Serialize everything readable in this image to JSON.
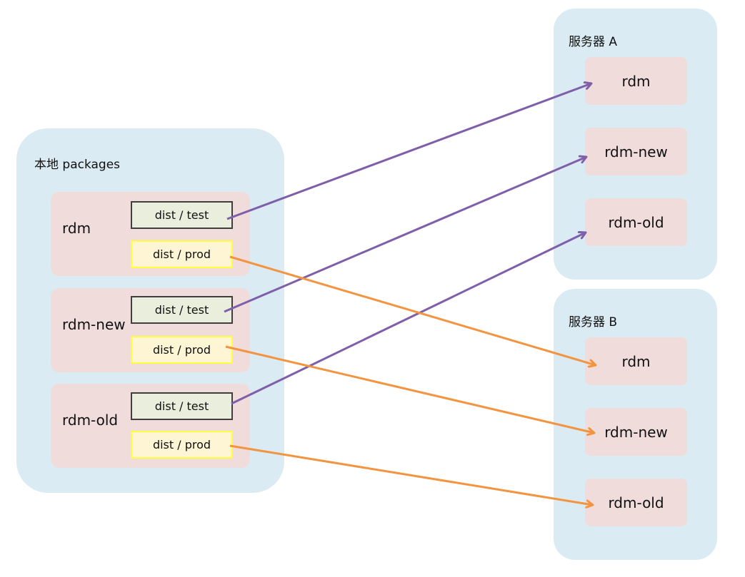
{
  "local": {
    "title": "本地  packages",
    "packages": [
      {
        "name": "rdm",
        "test_label": "dist / test",
        "prod_label": "dist / prod"
      },
      {
        "name": "rdm-new",
        "test_label": "dist / test",
        "prod_label": "dist / prod"
      },
      {
        "name": "rdm-old",
        "test_label": "dist / test",
        "prod_label": "dist / prod"
      }
    ]
  },
  "servers": [
    {
      "title": "服务器  A",
      "items": [
        "rdm",
        "rdm-new",
        "rdm-old"
      ]
    },
    {
      "title": "服务器  B",
      "items": [
        "rdm",
        "rdm-new",
        "rdm-old"
      ]
    }
  ],
  "colors": {
    "test_arrow": "#7f5fa9",
    "prod_arrow": "#f39440",
    "panel_background": "#daebf3",
    "item_background": "#f1dcdc"
  },
  "connections": [
    {
      "from": "rdm dist / test",
      "to": "服务器 A rdm",
      "kind": "test"
    },
    {
      "from": "rdm-new dist / test",
      "to": "服务器 A rdm-new",
      "kind": "test"
    },
    {
      "from": "rdm-old dist / test",
      "to": "服务器 A rdm-old",
      "kind": "test"
    },
    {
      "from": "rdm dist / prod",
      "to": "服务器 B rdm",
      "kind": "prod"
    },
    {
      "from": "rdm-new dist / prod",
      "to": "服务器 B rdm-new",
      "kind": "prod"
    },
    {
      "from": "rdm-old dist / prod",
      "to": "服务器 B rdm-old",
      "kind": "prod"
    }
  ]
}
